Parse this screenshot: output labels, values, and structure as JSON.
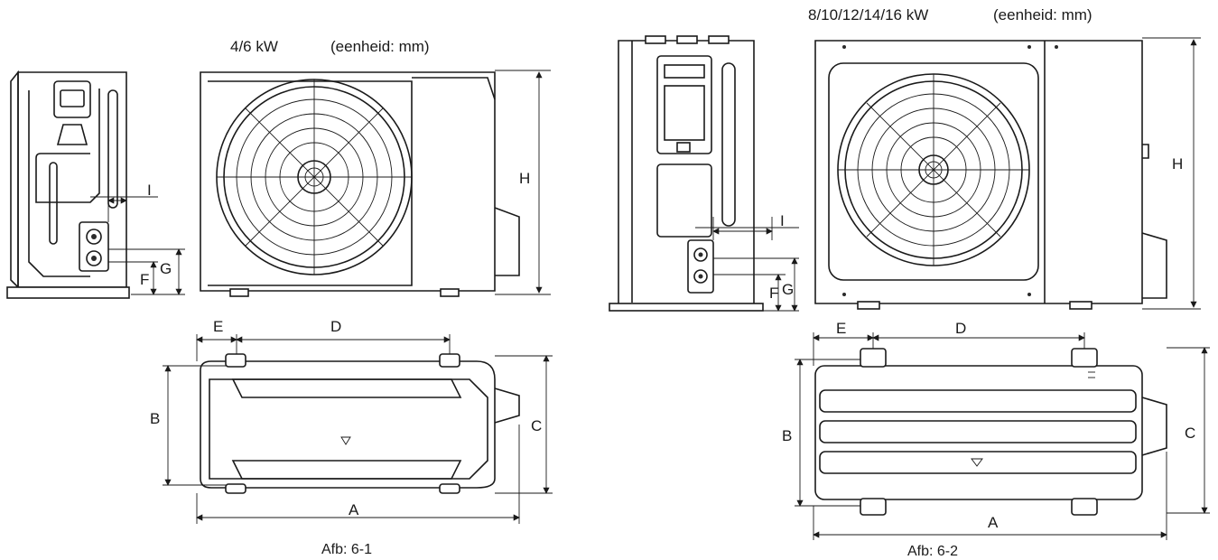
{
  "left": {
    "power_label": "4/6 kW",
    "unit_label": "(eenheid: mm)",
    "caption": "Afb: 6-1",
    "dims": {
      "A": "A",
      "B": "B",
      "C": "C",
      "D": "D",
      "E": "E",
      "F": "F",
      "G": "G",
      "H": "H",
      "I": "I"
    }
  },
  "right": {
    "power_label": "8/10/12/14/16 kW",
    "unit_label": "(eenheid: mm)",
    "caption": "Afb: 6-2",
    "dims": {
      "A": "A",
      "B": "B",
      "C": "C",
      "D": "D",
      "E": "E",
      "F": "F",
      "G": "G",
      "H": "H",
      "I": "I"
    }
  }
}
